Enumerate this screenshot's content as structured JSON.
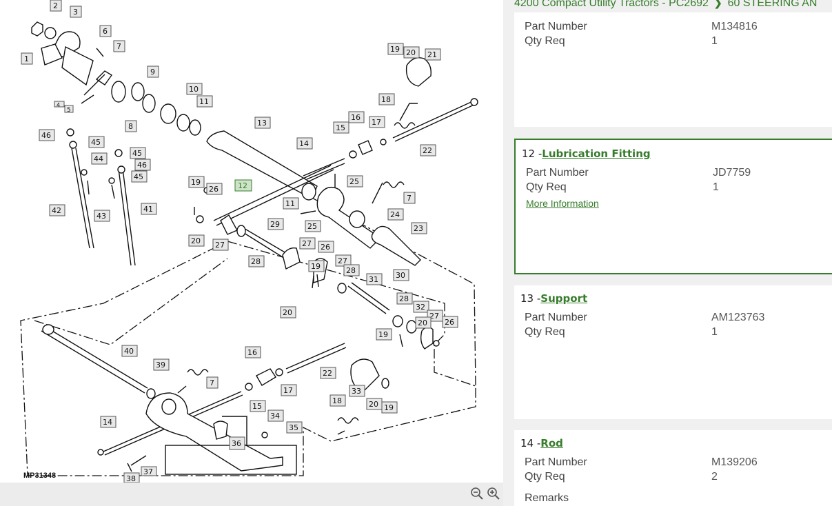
{
  "breadcrumb": {
    "model": "4200 Compact Utility Tractors - PC2692",
    "section": "60 STEERING AN"
  },
  "diagram": {
    "figure_id": "MP31348",
    "callouts": [
      "1",
      "2",
      "3",
      "4",
      "5",
      "6",
      "7",
      "8",
      "9",
      "10",
      "11",
      "12",
      "13",
      "14",
      "15",
      "16",
      "17",
      "18",
      "19",
      "20",
      "21",
      "22",
      "23",
      "24",
      "25",
      "26",
      "27",
      "28",
      "29",
      "30",
      "31",
      "32",
      "33",
      "34",
      "35",
      "36",
      "37",
      "38",
      "39",
      "40",
      "41",
      "42",
      "43",
      "44",
      "45",
      "46"
    ],
    "highlighted_callout": "12"
  },
  "zoom": {
    "zoom_out_icon": "zoom-out-icon",
    "zoom_in_icon": "zoom-in-icon"
  },
  "labels": {
    "part_number": "Part Number",
    "qty_req": "Qty Req",
    "more_info": "More Information",
    "remarks": "Remarks"
  },
  "parts": [
    {
      "index": "",
      "name": "",
      "part_number": "M134816",
      "qty": "1"
    },
    {
      "index": "12 -",
      "name": "Lubrication Fitting",
      "part_number": "JD7759",
      "qty": "1",
      "selected": true
    },
    {
      "index": "13 -",
      "name": "Support",
      "part_number": "AM123763",
      "qty": "1"
    },
    {
      "index": "14 -",
      "name": "Rod",
      "part_number": "M139206",
      "qty": "2"
    }
  ],
  "colors": {
    "brand_green": "#367c2b",
    "selected_border": "#367c2b"
  }
}
